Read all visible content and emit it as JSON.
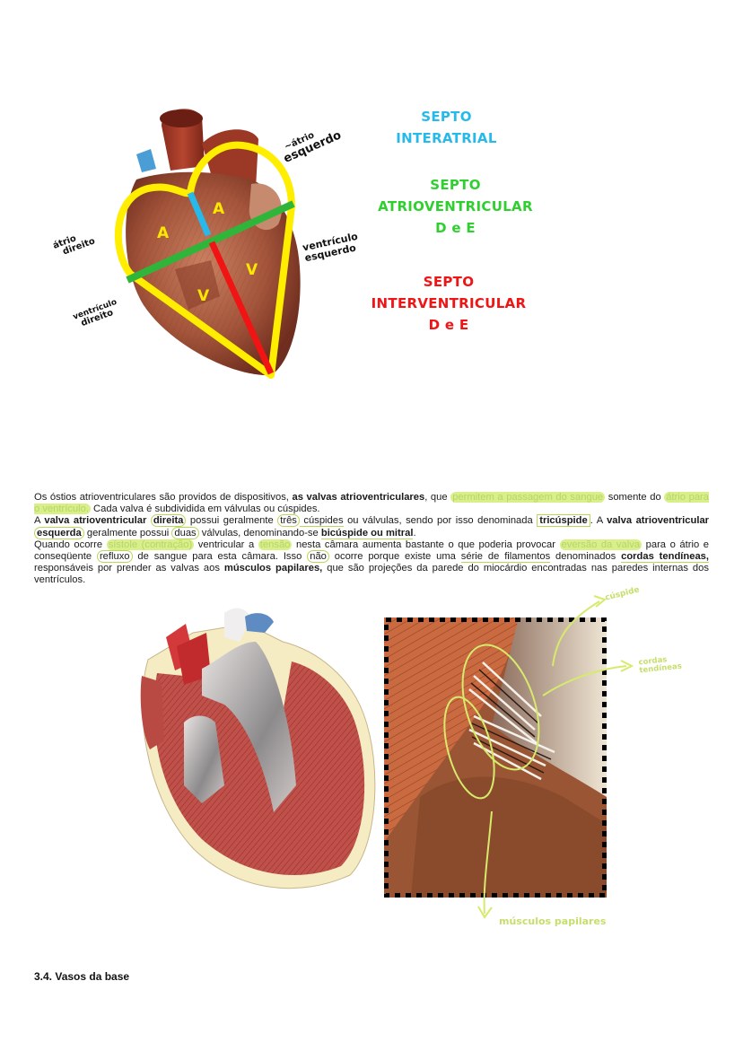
{
  "diagram": {
    "region_labels": [
      "A",
      "A",
      "V",
      "V"
    ],
    "annotations": {
      "atrio_esquerdo": [
        "átrio",
        "esquerdo"
      ],
      "atrio_direito": [
        "átrio",
        "direito"
      ],
      "ventriculo_esquerdo": [
        "ventrículo",
        "esquerdo"
      ],
      "ventriculo_direito": [
        "ventrículo",
        "direito"
      ]
    },
    "colors": {
      "outline": "#ffee00",
      "interatrial": "#27b9ea",
      "atrioventricular": "#2fb63a",
      "interventricular": "#f01414"
    }
  },
  "legend": {
    "interatrial": [
      "SEPTO",
      "INTERATRIAL"
    ],
    "atrioventricular": [
      "SEPTO",
      "ATRIOVENTRICULAR",
      "D e E"
    ],
    "interventricular": [
      "SEPTO",
      "INTERVENTRICULAR",
      "D e E"
    ]
  },
  "paragraph": {
    "p1": {
      "t1": "Os óstios atrioventriculares são providos de dispositivos, ",
      "b1": "as valvas atrioventriculares",
      "t2": ", que ",
      "h1": "permitem a passagem do sangue",
      "t3": " somente do ",
      "h2": "átrio para o ventrículo.",
      "t4": " Cada valva é subdividida em válvulas ou cúspides."
    },
    "p2": {
      "t1": "A ",
      "b1": "valva atrioventricular",
      "c1": "direita",
      "t2": " possui geralmente ",
      "c2": "três",
      "t3": " cúspides",
      "t4": " ou válvulas, sendo por isso denominada ",
      "box1": "tricúspide",
      "t5": ". A ",
      "b2": "valva atrioventricular",
      "c3": "esquerda",
      "t6": " geralmente possui ",
      "c4": "duas",
      "t7": " válvulas, denominando-se ",
      "b3": "bicúspide ou mitral",
      "t8": "."
    },
    "p3": {
      "t1": "Quando ocorre ",
      "h1": "sístole (contração)",
      "t2": " ventricular a ",
      "h2": "tensão",
      "t3": " nesta câmara aumenta bastante o que poderia provocar ",
      "h3": "eversão da valva",
      "t4": " para o átrio e conseqüente ",
      "c1": "refluxo",
      "t5": " de sangue para esta câmara. Isso ",
      "c2": "não",
      "t6": " ocorre porque existe uma ",
      "u1": "série de filamentos",
      "t7": " denominados ",
      "b1": "cordas tendíneas,",
      "t8": " responsáveis por prender as valvas aos ",
      "b2": "músculos papilares,",
      "t9": " que são projeções da parede do miocárdio encontradas nas paredes internas dos ventrículos."
    }
  },
  "zoom_annotations": {
    "cuspide": "cúspide",
    "cordas": [
      "cordas",
      "tendíneas"
    ],
    "musculos": "músculos papilares"
  },
  "section_heading": "3.4. Vasos da base"
}
